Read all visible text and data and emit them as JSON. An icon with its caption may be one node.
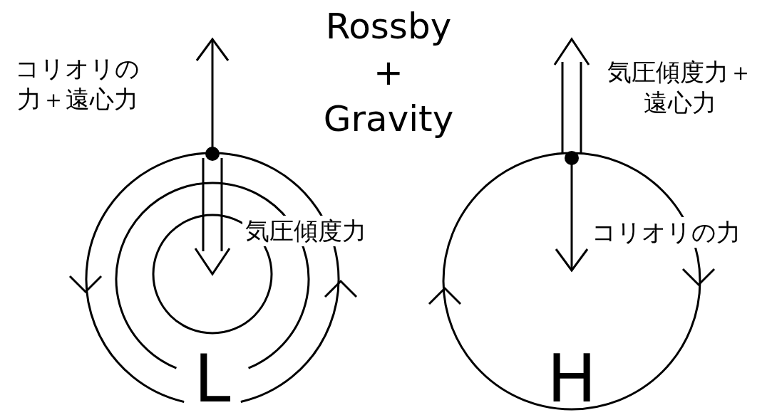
{
  "diagram": {
    "title": "Rossby + Gravity",
    "labels": [
      "コリオリの力＋遠心力",
      "気圧傾度力",
      "L",
      "気圧傾度力＋遠心力",
      "コリオリの力",
      "H"
    ]
  }
}
